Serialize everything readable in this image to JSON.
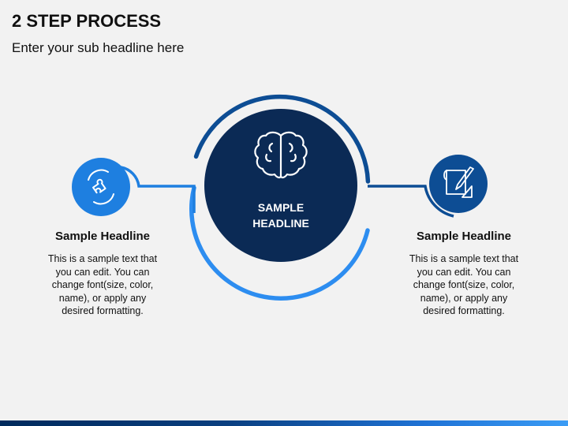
{
  "header": {
    "title": "2 STEP PROCESS",
    "subtitle": "Enter your sub headline here"
  },
  "center": {
    "icon": "brain-icon",
    "label_lines": [
      "SAMPLE",
      "HEADLINE"
    ]
  },
  "steps": [
    {
      "icon": "puzzle-piece-icon",
      "headline": "Sample Headline",
      "body_lines": [
        "This is a sample text that",
        "you can edit. You can",
        "change font(size, color,",
        "name), or apply any",
        "desired formatting."
      ]
    },
    {
      "icon": "drafting-tools-icon",
      "headline": "Sample Headline",
      "body_lines": [
        "This is a sample text that",
        "you can edit. You can",
        "change font(size, color,",
        "name), or apply any",
        "desired formatting."
      ]
    }
  ],
  "colors": {
    "navy": "#0b2a55",
    "dark_blue": "#0d4d94",
    "bright_blue": "#1e7fe0",
    "background": "#f2f2f2"
  }
}
